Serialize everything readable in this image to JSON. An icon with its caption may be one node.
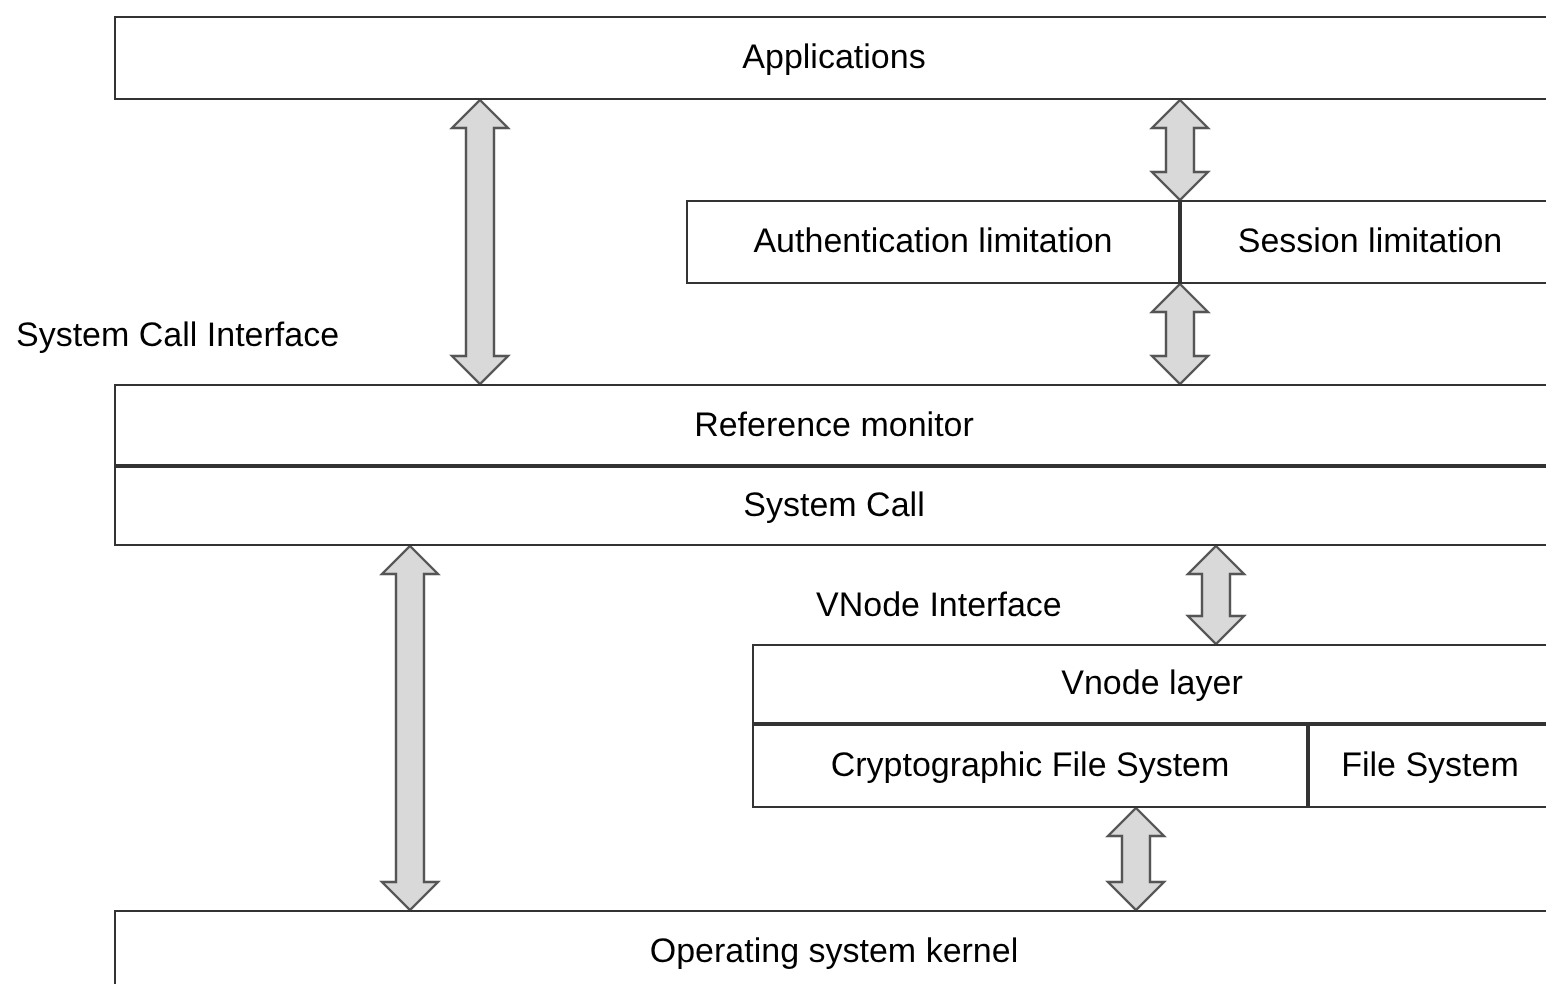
{
  "diagram": {
    "nodes": [
      {
        "text": [
          "Applications"
        ]
      },
      {
        "text": [
          "Authentication limitation"
        ]
      },
      {
        "text": [
          "Session limitation"
        ]
      },
      {
        "text": [
          "Reference monitor"
        ]
      },
      {
        "text": [
          "System Call"
        ]
      },
      {
        "text": [
          "Vnode layer"
        ]
      },
      {
        "text": [
          "Cryptographic File System"
        ]
      },
      {
        "text": [
          "File System"
        ]
      },
      {
        "text": [
          "Operating system kernel"
        ]
      }
    ],
    "edges": [
      {
        "from": 0,
        "to": 3,
        "arrow": "both",
        "label": "System Call Interface"
      },
      {
        "from": 0,
        "to": 1,
        "arrow": "both"
      },
      {
        "from": 1,
        "to": 3,
        "arrow": "both"
      },
      {
        "from": 4,
        "to": 8,
        "arrow": "both"
      },
      {
        "from": 4,
        "to": 5,
        "arrow": "both",
        "label": "VNode Interface"
      },
      {
        "from": 6,
        "to": 8,
        "arrow": "both"
      }
    ]
  }
}
